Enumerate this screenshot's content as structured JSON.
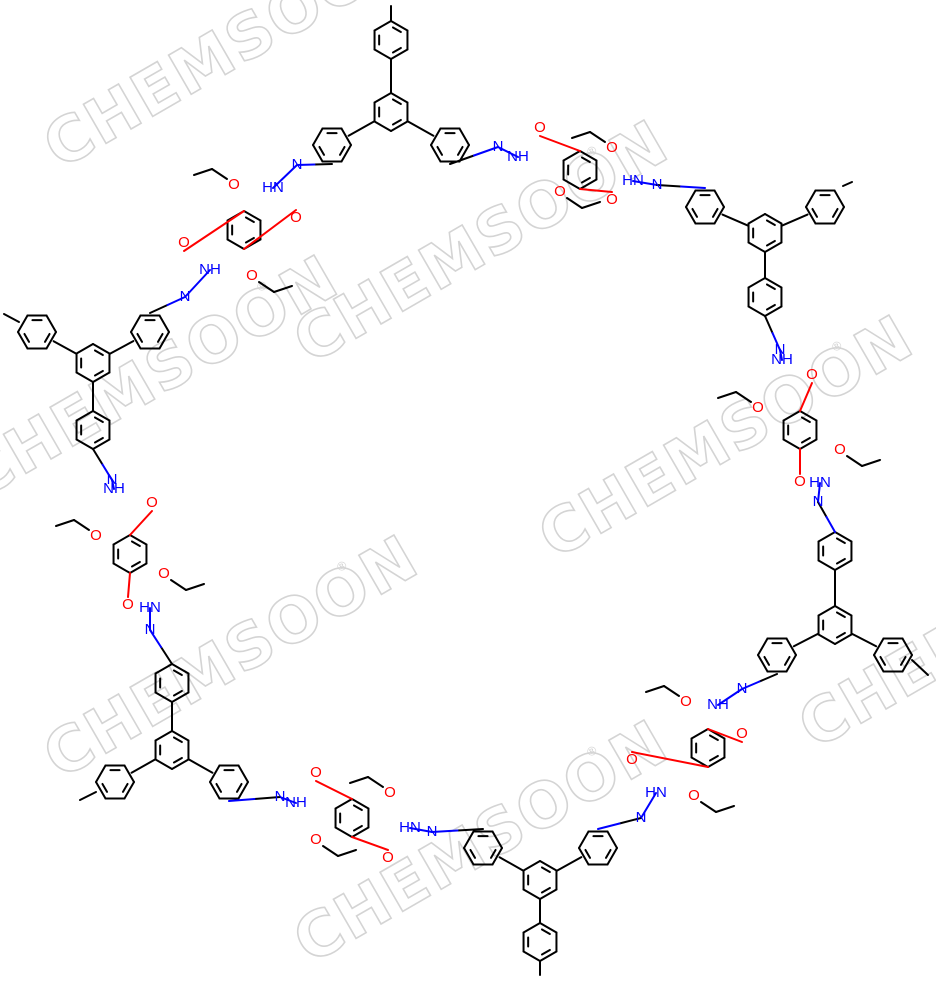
{
  "watermark": {
    "text": "CHEMSOON",
    "mark": "®",
    "color": "#d4d4d4"
  },
  "atom_colors": {
    "carbon": "#000000",
    "nitrogen": "#0000ff",
    "oxygen": "#ff0000"
  },
  "atom_labels": {
    "oxygen": "O",
    "nitrogen": "N",
    "hydrazide_nh_left": "HN",
    "hydrazide_nh_right": "NH",
    "hydrazide_nh_down": "HN",
    "hydrazide_nh_up": "NH"
  },
  "structure": {
    "type": "covalent-organic-framework hexagonal pore",
    "nodes": 6,
    "linkers": 6,
    "node_name": "1,3,5-triphenylbenzene",
    "linker_name": "2,5-diethoxyterephthalohydrazide"
  }
}
